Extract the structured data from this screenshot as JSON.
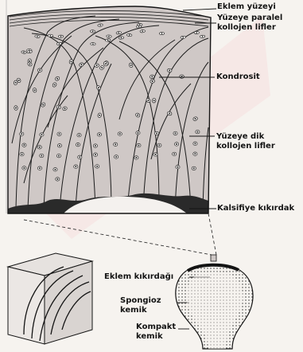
{
  "labels": {
    "articular_surface": "Eklem yüzeyi",
    "parallel_fibers_1": "Yüzeye paralel",
    "parallel_fibers_2": "kollojen lifler",
    "chondrocyte": "Kondrosit",
    "perpendicular_fibers_1": "Yüzeye dik",
    "perpendicular_fibers_2": "kollojen lifler",
    "calcified_cartilage": "Kalsifiye kıkırdak",
    "articular_cartilage": "Eklem kıkırdağı",
    "spongy_bone_1": "Spongioz",
    "spongy_bone_2": "kemik",
    "compact_bone_1": "Kompakt",
    "compact_bone_2": "kemik"
  },
  "colors": {
    "ink": "#141414",
    "tissue": "#cfc8c6",
    "background": "#f6f3ef",
    "watermark": "#f3c9c9"
  }
}
